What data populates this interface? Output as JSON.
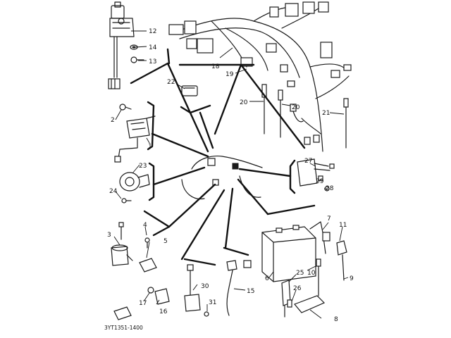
{
  "parts": [
    {
      "id": "p12",
      "label": "12"
    },
    {
      "id": "p14",
      "label": "14"
    },
    {
      "id": "p13",
      "label": "13"
    },
    {
      "id": "p18",
      "label": "18"
    },
    {
      "id": "p19",
      "label": "19"
    },
    {
      "id": "p22",
      "label": "22"
    },
    {
      "id": "p20a",
      "label": "20"
    },
    {
      "id": "p20b",
      "label": "20"
    },
    {
      "id": "p21",
      "label": "21"
    },
    {
      "id": "p2",
      "label": "2"
    },
    {
      "id": "p1",
      "label": "1"
    },
    {
      "id": "p23",
      "label": "23"
    },
    {
      "id": "p24",
      "label": "24"
    },
    {
      "id": "p27",
      "label": "27"
    },
    {
      "id": "p29",
      "label": "29"
    },
    {
      "id": "p28",
      "label": "28"
    },
    {
      "id": "p3",
      "label": "3"
    },
    {
      "id": "p4",
      "label": "4"
    },
    {
      "id": "p5",
      "label": "5"
    },
    {
      "id": "p7",
      "label": "7"
    },
    {
      "id": "p11",
      "label": "11"
    },
    {
      "id": "p6",
      "label": "6"
    },
    {
      "id": "p25",
      "label": "25"
    },
    {
      "id": "p26",
      "label": "26"
    },
    {
      "id": "p10",
      "label": "10"
    },
    {
      "id": "p9",
      "label": "9"
    },
    {
      "id": "p30",
      "label": "30"
    },
    {
      "id": "p15",
      "label": "15"
    },
    {
      "id": "p31",
      "label": "31"
    },
    {
      "id": "p16",
      "label": "16"
    },
    {
      "id": "p17",
      "label": "17"
    },
    {
      "id": "p8",
      "label": "8"
    }
  ],
  "drawing_code": "3YT1351-1400"
}
